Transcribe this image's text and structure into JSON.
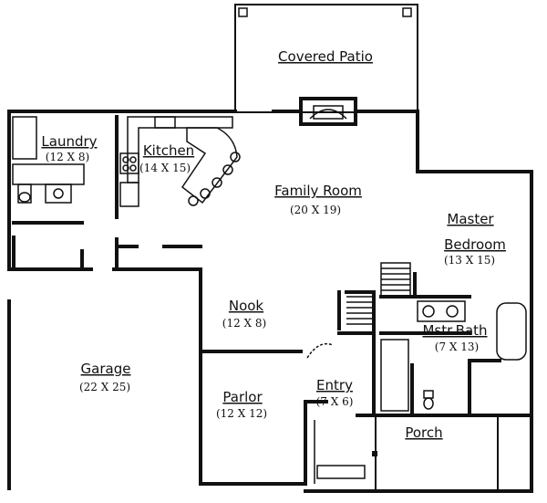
{
  "rooms": {
    "covered_patio": {
      "name": "Covered Patio"
    },
    "laundry": {
      "name": "Laundry",
      "dims": "(12 X 8)"
    },
    "kitchen": {
      "name": "Kitchen",
      "dims": "(14 X 15)"
    },
    "family_room": {
      "name": "Family Room",
      "dims": "(20 X 19)"
    },
    "master_bedroom": {
      "name_line1": "Master",
      "name_line2": "Bedroom",
      "dims": "(13 X 15)"
    },
    "nook": {
      "name": "Nook",
      "dims": "(12 X 8)"
    },
    "mstr_bath": {
      "name": "Mstr.Bath",
      "dims": "(7 X 13)"
    },
    "garage": {
      "name": "Garage",
      "dims": "(22 X 25)"
    },
    "parlor": {
      "name": "Parlor",
      "dims": "(12 X 12)"
    },
    "entry": {
      "name": "Entry",
      "dims": "(7 X 6)"
    },
    "porch": {
      "name": "Porch"
    }
  }
}
